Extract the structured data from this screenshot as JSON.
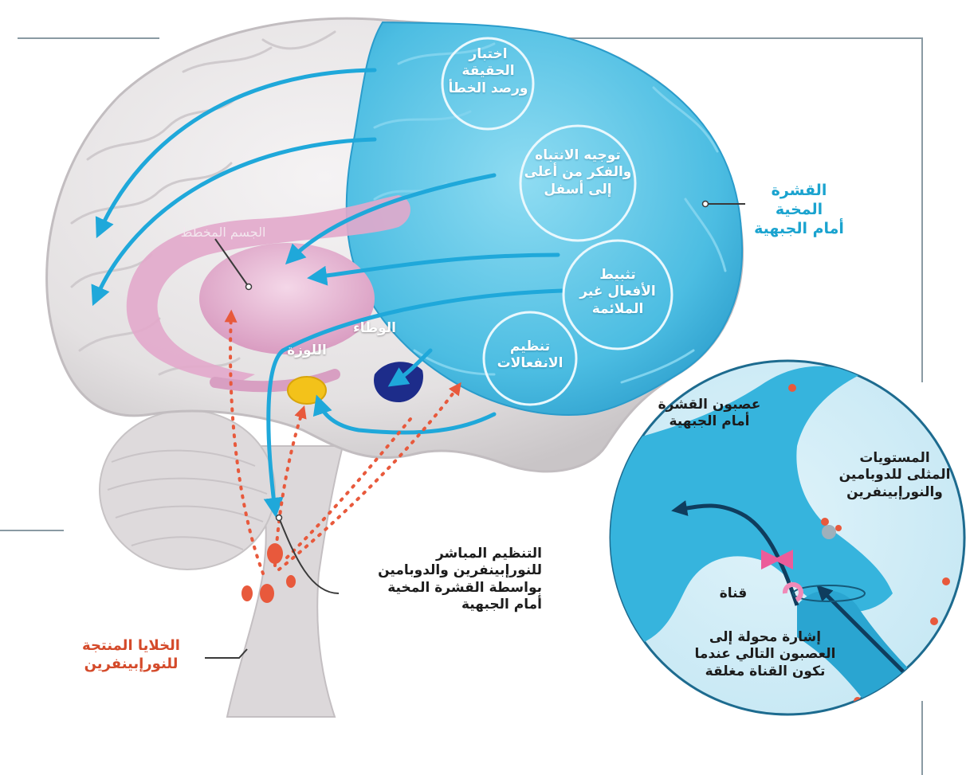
{
  "labels": {
    "circle_1": "اختبار\nالحقيقة\nورصد الخطأ",
    "circle_2": "توجيه الانتباه\nوالفكر من أعلى\nإلى أسفل",
    "circle_3": "تثبيط\nالأفعال غير\nالملائمة",
    "circle_4": "تنظيم\nالانفعالات",
    "prefrontal_cortex": "القشرة المخية\nأمام الجبهية",
    "striatum": "الجسم المخطط",
    "hypothalamus": "الوطاء",
    "amygdala": "اللوزة",
    "direct_regulation": "التنظيم المباشر\nللنورإبينفرين والدوبامين\nبواسطة القشرة المخية\nأمام الجبهية",
    "norepinephrine_cells": "الخلايا المنتجة\nللنورإبينفرين",
    "pfc_neuron": "عصبون القشرة\nأمام الجبهية",
    "optimal_levels": "المستويات\nالمثلى للدوبامين\nوالنورإبينفرين",
    "channel": "قناة",
    "signal_transmitted": "إشارة محولة إلى\nالعصبون التالي عندما\nتكون القناة مغلقة"
  },
  "colors": {
    "cortex_blue": "#5cc8e8",
    "arrow_blue": "#1fa8da",
    "striatum_pink": "#e7b6d3",
    "amygdala_yellow": "#f3c21a",
    "hypothalamus_navy": "#1d2c8a",
    "norepinephrine_red": "#e8593c",
    "brain_gray": "#e7e5e6"
  }
}
